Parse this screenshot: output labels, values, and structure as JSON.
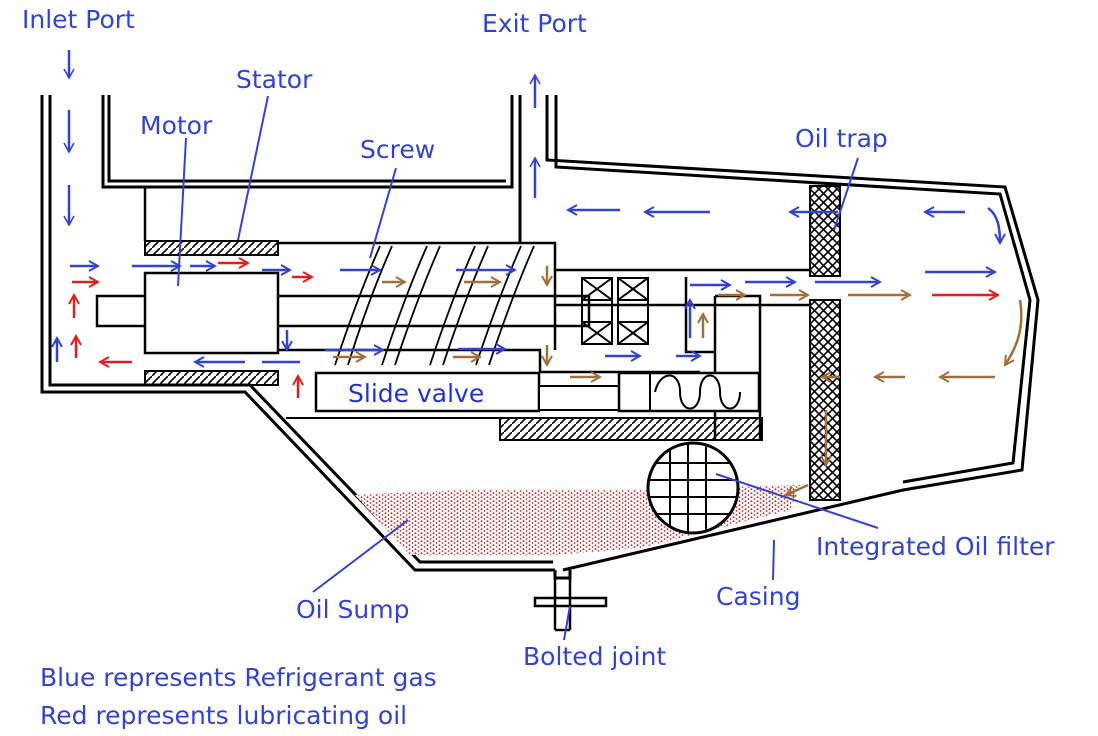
{
  "labels": {
    "inlet": "Inlet Port",
    "exit": "Exit Port",
    "stator": "Stator",
    "motor": "Motor",
    "screw": "Screw",
    "oil_trap": "Oil trap",
    "slide_valve": "Slide valve",
    "oil_filter": "Integrated Oil filter",
    "casing": "Casing",
    "oil_sump": "Oil Sump",
    "bolted_joint": "Bolted joint"
  },
  "legend": {
    "blue": "Blue represents Refrigerant gas",
    "red": "Red represents lubricating oil"
  },
  "colors": {
    "refrigerant": "#3344cc",
    "oil": "#e02020",
    "oil_return": "#a0703c",
    "outline": "#000000"
  }
}
